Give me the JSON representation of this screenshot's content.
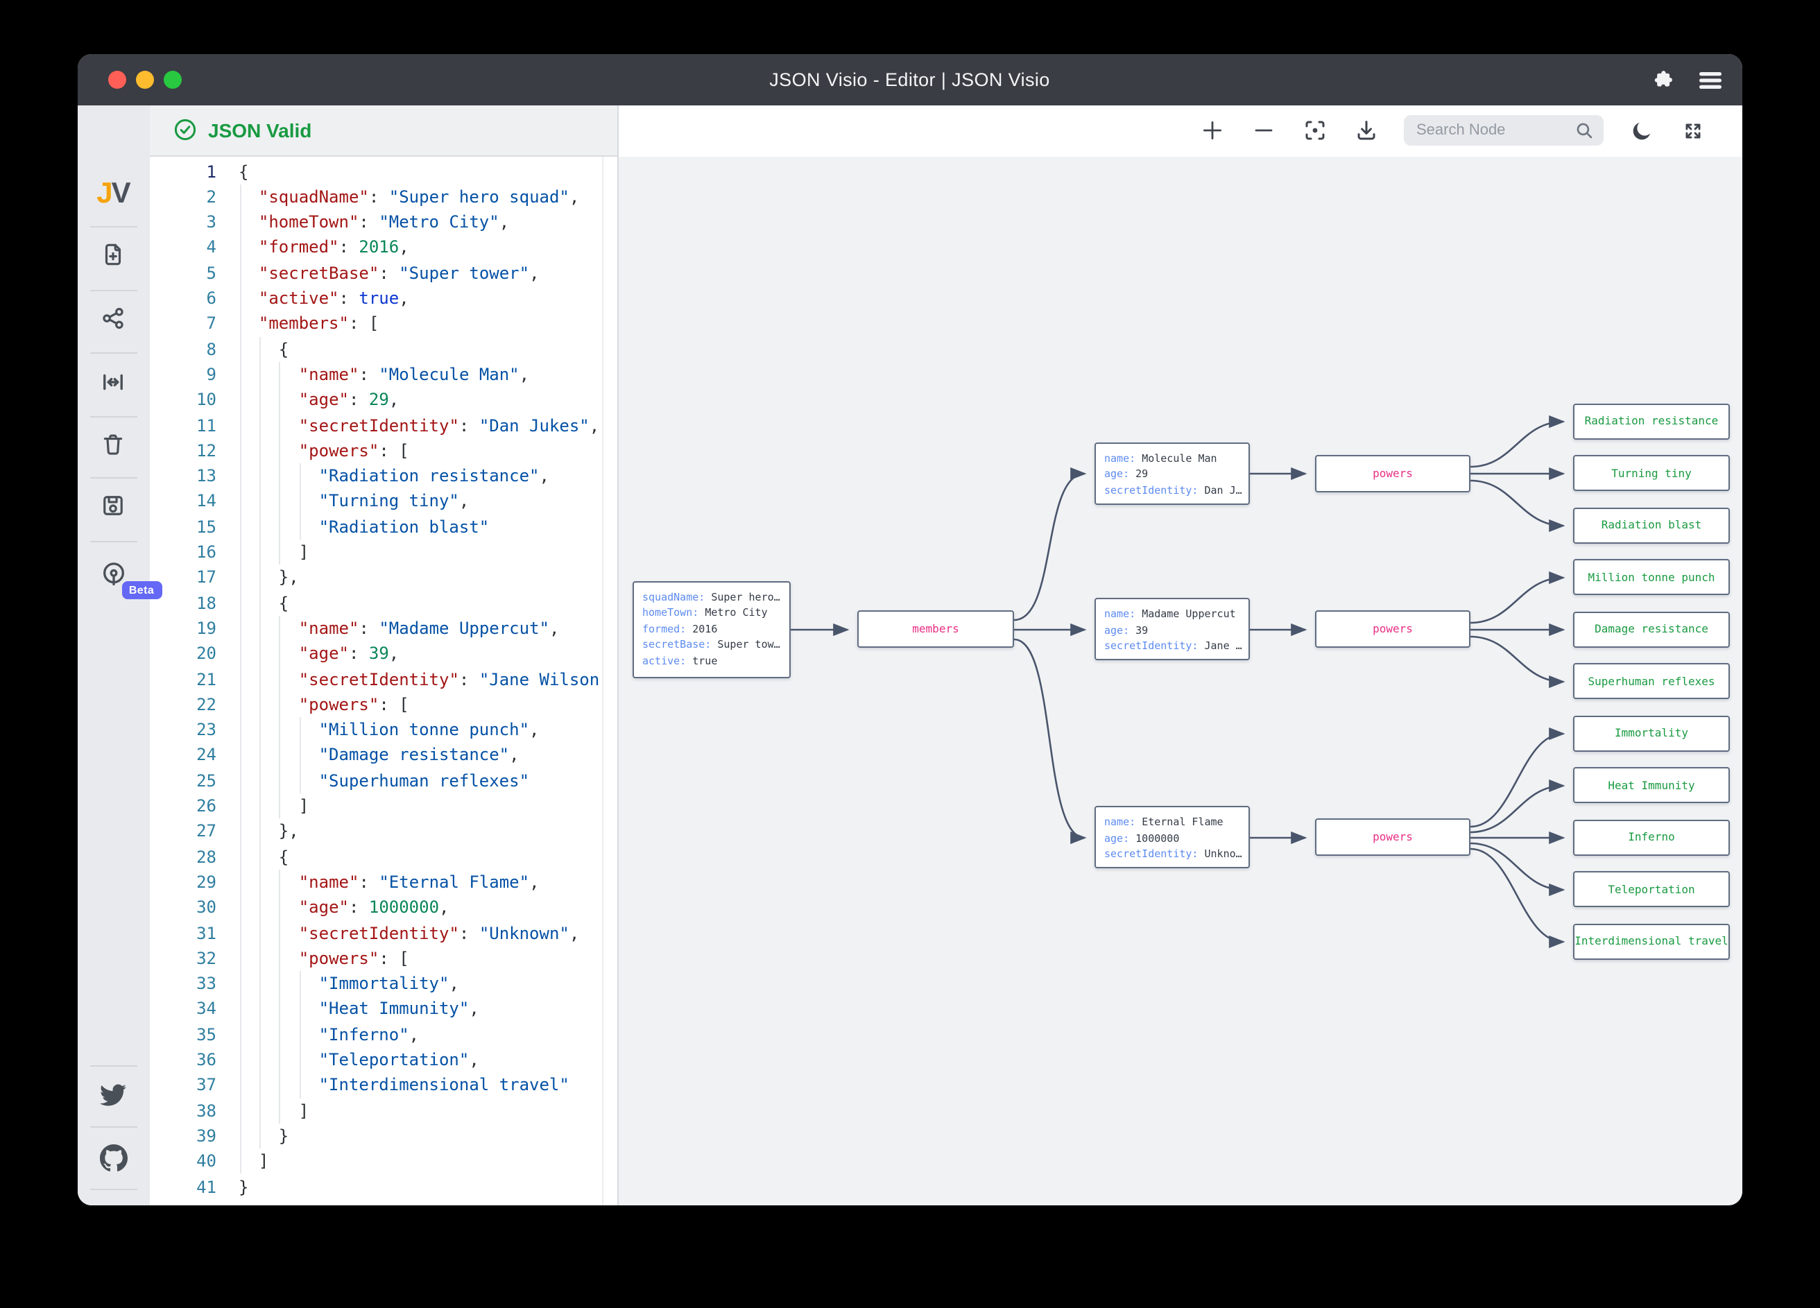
{
  "window": {
    "title": "JSON Visio - Editor | JSON Visio"
  },
  "status": {
    "valid_label": "JSON Valid"
  },
  "toolbar": {
    "search_placeholder": "Search Node"
  },
  "sidebar": {
    "logo_j": "J",
    "logo_v": "V",
    "beta_label": "Beta"
  },
  "colors": {
    "titlebar": "#3a3d43",
    "traffic_red": "#ff5f57",
    "traffic_yellow": "#febc2e",
    "traffic_green": "#28c840",
    "valid_green": "#189a41",
    "node_key_blue": "#5d8bf0",
    "node_parent_pink": "#e82e84",
    "node_leaf_green": "#199a41",
    "edge_slate": "#49556b",
    "beta_indigo": "#6468f4",
    "code_key": "#a31515",
    "code_string": "#0451a5",
    "code_number": "#098658",
    "code_keyword": "#0b34d0"
  },
  "editor": {
    "line_count": 41,
    "lines": [
      [
        [
          "p",
          "{"
        ]
      ],
      [
        [
          "p",
          "  "
        ],
        [
          "k",
          "\"squadName\""
        ],
        [
          "p",
          ": "
        ],
        [
          "s",
          "\"Super hero squad\""
        ],
        [
          "p",
          ","
        ]
      ],
      [
        [
          "p",
          "  "
        ],
        [
          "k",
          "\"homeTown\""
        ],
        [
          "p",
          ": "
        ],
        [
          "s",
          "\"Metro City\""
        ],
        [
          "p",
          ","
        ]
      ],
      [
        [
          "p",
          "  "
        ],
        [
          "k",
          "\"formed\""
        ],
        [
          "p",
          ": "
        ],
        [
          "n",
          "2016"
        ],
        [
          "p",
          ","
        ]
      ],
      [
        [
          "p",
          "  "
        ],
        [
          "k",
          "\"secretBase\""
        ],
        [
          "p",
          ": "
        ],
        [
          "s",
          "\"Super tower\""
        ],
        [
          "p",
          ","
        ]
      ],
      [
        [
          "p",
          "  "
        ],
        [
          "k",
          "\"active\""
        ],
        [
          "p",
          ": "
        ],
        [
          "b",
          "true"
        ],
        [
          "p",
          ","
        ]
      ],
      [
        [
          "p",
          "  "
        ],
        [
          "k",
          "\"members\""
        ],
        [
          "p",
          ": ["
        ]
      ],
      [
        [
          "p",
          "    {"
        ]
      ],
      [
        [
          "p",
          "      "
        ],
        [
          "k",
          "\"name\""
        ],
        [
          "p",
          ": "
        ],
        [
          "s",
          "\"Molecule Man\""
        ],
        [
          "p",
          ","
        ]
      ],
      [
        [
          "p",
          "      "
        ],
        [
          "k",
          "\"age\""
        ],
        [
          "p",
          ": "
        ],
        [
          "n",
          "29"
        ],
        [
          "p",
          ","
        ]
      ],
      [
        [
          "p",
          "      "
        ],
        [
          "k",
          "\"secretIdentity\""
        ],
        [
          "p",
          ": "
        ],
        [
          "s",
          "\"Dan Jukes\""
        ],
        [
          "p",
          ","
        ]
      ],
      [
        [
          "p",
          "      "
        ],
        [
          "k",
          "\"powers\""
        ],
        [
          "p",
          ": ["
        ]
      ],
      [
        [
          "p",
          "        "
        ],
        [
          "s",
          "\"Radiation resistance\""
        ],
        [
          "p",
          ","
        ]
      ],
      [
        [
          "p",
          "        "
        ],
        [
          "s",
          "\"Turning tiny\""
        ],
        [
          "p",
          ","
        ]
      ],
      [
        [
          "p",
          "        "
        ],
        [
          "s",
          "\"Radiation blast\""
        ]
      ],
      [
        [
          "p",
          "      ]"
        ]
      ],
      [
        [
          "p",
          "    },"
        ]
      ],
      [
        [
          "p",
          "    {"
        ]
      ],
      [
        [
          "p",
          "      "
        ],
        [
          "k",
          "\"name\""
        ],
        [
          "p",
          ": "
        ],
        [
          "s",
          "\"Madame Uppercut\""
        ],
        [
          "p",
          ","
        ]
      ],
      [
        [
          "p",
          "      "
        ],
        [
          "k",
          "\"age\""
        ],
        [
          "p",
          ": "
        ],
        [
          "n",
          "39"
        ],
        [
          "p",
          ","
        ]
      ],
      [
        [
          "p",
          "      "
        ],
        [
          "k",
          "\"secretIdentity\""
        ],
        [
          "p",
          ": "
        ],
        [
          "s",
          "\"Jane Wilson\""
        ],
        [
          "p",
          ","
        ]
      ],
      [
        [
          "p",
          "      "
        ],
        [
          "k",
          "\"powers\""
        ],
        [
          "p",
          ": ["
        ]
      ],
      [
        [
          "p",
          "        "
        ],
        [
          "s",
          "\"Million tonne punch\""
        ],
        [
          "p",
          ","
        ]
      ],
      [
        [
          "p",
          "        "
        ],
        [
          "s",
          "\"Damage resistance\""
        ],
        [
          "p",
          ","
        ]
      ],
      [
        [
          "p",
          "        "
        ],
        [
          "s",
          "\"Superhuman reflexes\""
        ]
      ],
      [
        [
          "p",
          "      ]"
        ]
      ],
      [
        [
          "p",
          "    },"
        ]
      ],
      [
        [
          "p",
          "    {"
        ]
      ],
      [
        [
          "p",
          "      "
        ],
        [
          "k",
          "\"name\""
        ],
        [
          "p",
          ": "
        ],
        [
          "s",
          "\"Eternal Flame\""
        ],
        [
          "p",
          ","
        ]
      ],
      [
        [
          "p",
          "      "
        ],
        [
          "k",
          "\"age\""
        ],
        [
          "p",
          ": "
        ],
        [
          "n",
          "1000000"
        ],
        [
          "p",
          ","
        ]
      ],
      [
        [
          "p",
          "      "
        ],
        [
          "k",
          "\"secretIdentity\""
        ],
        [
          "p",
          ": "
        ],
        [
          "s",
          "\"Unknown\""
        ],
        [
          "p",
          ","
        ]
      ],
      [
        [
          "p",
          "      "
        ],
        [
          "k",
          "\"powers\""
        ],
        [
          "p",
          ": ["
        ]
      ],
      [
        [
          "p",
          "        "
        ],
        [
          "s",
          "\"Immortality\""
        ],
        [
          "p",
          ","
        ]
      ],
      [
        [
          "p",
          "        "
        ],
        [
          "s",
          "\"Heat Immunity\""
        ],
        [
          "p",
          ","
        ]
      ],
      [
        [
          "p",
          "        "
        ],
        [
          "s",
          "\"Inferno\""
        ],
        [
          "p",
          ","
        ]
      ],
      [
        [
          "p",
          "        "
        ],
        [
          "s",
          "\"Teleportation\""
        ],
        [
          "p",
          ","
        ]
      ],
      [
        [
          "p",
          "        "
        ],
        [
          "s",
          "\"Interdimensional travel\""
        ]
      ],
      [
        [
          "p",
          "      ]"
        ]
      ],
      [
        [
          "p",
          "    }"
        ]
      ],
      [
        [
          "p",
          "  ]"
        ]
      ],
      [
        [
          "p",
          "}"
        ]
      ]
    ]
  },
  "graph": {
    "members_label": "members",
    "powers_label": "powers",
    "root": {
      "fields": [
        {
          "k": "squadName:",
          "v": "Super hero…"
        },
        {
          "k": "homeTown:",
          "v": "Metro City"
        },
        {
          "k": "formed:",
          "v": "2016"
        },
        {
          "k": "secretBase:",
          "v": "Super tow…"
        },
        {
          "k": "active:",
          "v": "true"
        }
      ]
    },
    "members": [
      {
        "fields": [
          {
            "k": "name:",
            "v": "Molecule Man"
          },
          {
            "k": "age:",
            "v": "29"
          },
          {
            "k": "secretIdentity:",
            "v": "Dan J…"
          }
        ],
        "powers": [
          "Radiation resistance",
          "Turning tiny",
          "Radiation blast"
        ]
      },
      {
        "fields": [
          {
            "k": "name:",
            "v": "Madame Uppercut"
          },
          {
            "k": "age:",
            "v": "39"
          },
          {
            "k": "secretIdentity:",
            "v": "Jane …"
          }
        ],
        "powers": [
          "Million tonne punch",
          "Damage resistance",
          "Superhuman reflexes"
        ]
      },
      {
        "fields": [
          {
            "k": "name:",
            "v": "Eternal Flame"
          },
          {
            "k": "age:",
            "v": "1000000"
          },
          {
            "k": "secretIdentity:",
            "v": "Unkno…"
          }
        ],
        "powers": [
          "Immortality",
          "Heat Immunity",
          "Inferno",
          "Teleportation",
          "Interdimensional travel"
        ]
      }
    ]
  }
}
